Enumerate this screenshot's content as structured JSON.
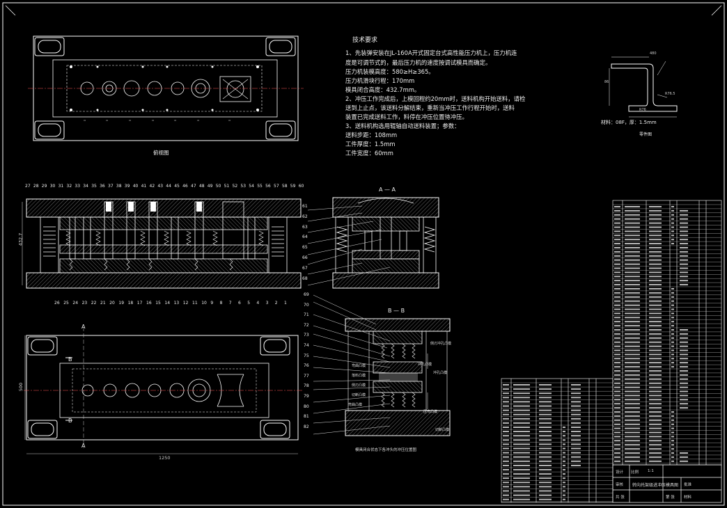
{
  "technical_requirements": {
    "title": "技术要求",
    "lines": [
      "1、先装弹安装在JL-160A开式固定台式高性能压力机上，压力机连",
      "度是可调节式的，最后压力机的速度按调试模具而确定。",
      "压力机装模高度：580≥H≥365。",
      "压力机滑块行程：170mm",
      "模具闭合高度：432.7mm。",
      "2、冲压工作完成后，上模回程约20mm时，送料机构开始送料，请检",
      "送到上止点，该送料分解结束，重新当冲压工作行程开始时，送料",
      "装置已完成送料工作，料停在冲压位置待冲压。",
      "3、送料机构选用辊轴自动送料装置；参数：",
      "送料步距：108mm",
      "工件厚度：1.5mm",
      "工件宽度：60mm"
    ]
  },
  "captions": {
    "plan_top": "俯视图",
    "section_aa": "A — A",
    "section_bb": "B — B",
    "section_bb_note": "模具闭合状态下各冲头的冲压位置图",
    "product_material": "材料：08F，厚：1.5mm",
    "product_caption": "零件图"
  },
  "dimensions": {
    "main_height": "432.7",
    "plan_height": "500",
    "plan_width": "1250",
    "prod_top": "480",
    "prod_height": "86",
    "prod_bottom": "R76",
    "prod_bot_width": "R76.5"
  },
  "view_labels": {
    "section_a": "A",
    "section_b": "B"
  },
  "balloons_top": [
    "27",
    "28",
    "29",
    "30",
    "31",
    "32",
    "33",
    "34",
    "35",
    "36",
    "37",
    "38",
    "39",
    "40",
    "41",
    "42",
    "43",
    "44",
    "45",
    "46",
    "47",
    "48",
    "49",
    "50",
    "51",
    "52",
    "53",
    "54",
    "55",
    "56",
    "57",
    "58",
    "59",
    "60"
  ],
  "balloons_bottom": [
    "26",
    "25",
    "24",
    "23",
    "22",
    "21",
    "20",
    "19",
    "18",
    "17",
    "16",
    "15",
    "14",
    "13",
    "12",
    "11",
    "10",
    "9",
    "8",
    "7",
    "6",
    "5",
    "4",
    "3",
    "2",
    "1"
  ],
  "balloons_right": [
    "61",
    "62",
    "63",
    "64",
    "65",
    "66",
    "67",
    "68"
  ],
  "balloons_bb": [
    "69",
    "70",
    "71",
    "72",
    "73",
    "74",
    "75",
    "76",
    "77",
    "78",
    "79",
    "80",
    "81",
    "82"
  ],
  "bb_callouts": [
    "侧刃冲孔凸模",
    "冲孔凸模",
    "弯曲凸模",
    "落料凸模",
    "侧刃凸模",
    "切断凸模",
    "冲孔凸模",
    "压弯凸模",
    "弯曲凸模",
    "切断凸模"
  ],
  "title_block": {
    "part_name": "转向托架级进冲压模具图",
    "scale_label": "比例",
    "scale_value": "1:1",
    "sheet_label": "共 张",
    "sheet_of": "第 张",
    "designer_label": "设计",
    "checker_label": "审核",
    "approve_label": "批准",
    "material_label": "材料"
  },
  "colors": {
    "background": "#000000",
    "line": "#ffffff",
    "hatch": "#cccccc",
    "accent": "#ff0000",
    "leader": "#e0e0e0"
  }
}
